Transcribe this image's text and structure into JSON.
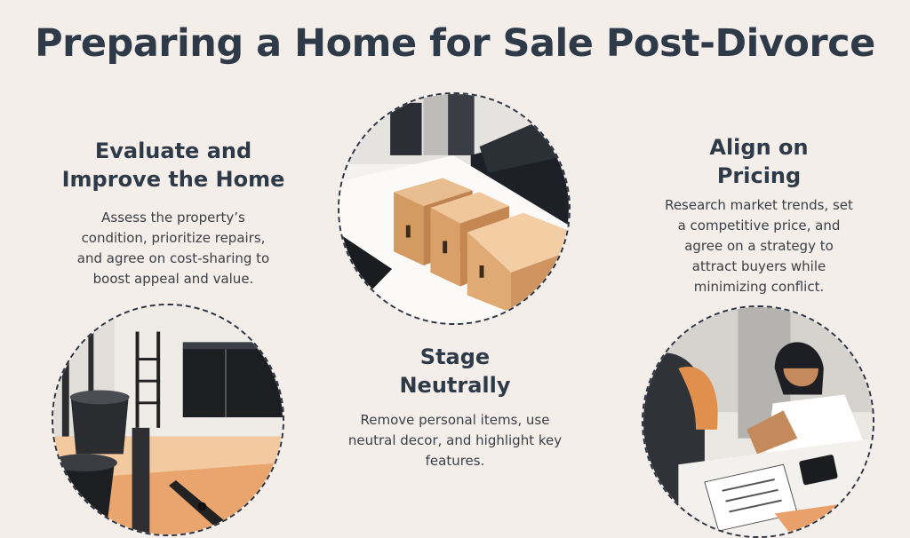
{
  "title": "Preparing a Home for Sale Post-Divorce",
  "sections": [
    {
      "heading_line1": "Evaluate and",
      "heading_line2": "Improve the Home",
      "body": [
        "Assess the property’s",
        "condition, prioritize repairs,",
        "and agree on cost-sharing to",
        "boost appeal and value."
      ]
    },
    {
      "heading_line1": "Stage",
      "heading_line2": "Neutrally",
      "body": [
        "Remove personal items, use",
        "neutral decor, and highlight key",
        "features."
      ]
    },
    {
      "heading_line1": "Align on",
      "heading_line2": "Pricing",
      "body": [
        "Research market trends, set",
        "a competitive price, and",
        "agree on a strategy to",
        "attract buyers while",
        "minimizing conflict."
      ]
    }
  ],
  "images": {
    "boxes": "moving-boxes-illustration",
    "renovation": "home-renovation-illustration",
    "pricing": "couple-reviewing-documents-illustration"
  }
}
